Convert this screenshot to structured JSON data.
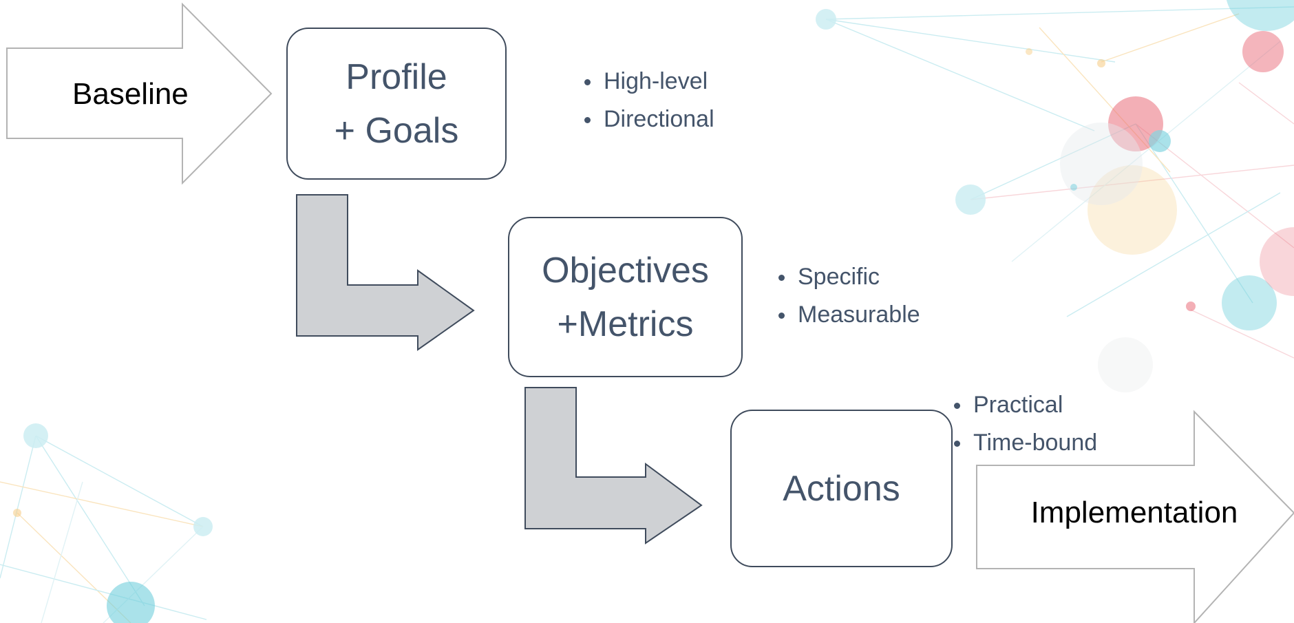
{
  "colors": {
    "box_border": "#3f4b5c",
    "box_text": "#44546a",
    "connector_fill": "#cfd1d4",
    "outline_arrow_stroke": "#b3b3b3",
    "network_teal": "#6fcfdc",
    "network_red": "#e8616f",
    "network_yellow": "#f6cf8a"
  },
  "input_arrow": {
    "label": "Baseline"
  },
  "output_arrow": {
    "label": "Implementation"
  },
  "steps": [
    {
      "lines": [
        "Profile",
        "+ Goals"
      ],
      "bullets": [
        "High-level",
        "Directional"
      ]
    },
    {
      "lines": [
        "Objectives",
        "+Metrics"
      ],
      "bullets": [
        "Specific",
        "Measurable"
      ]
    },
    {
      "lines": [
        "Actions"
      ],
      "bullets": [
        "Practical",
        "Time-bound"
      ]
    }
  ],
  "icons": {
    "connector": "bent-arrow-icon",
    "input": "block-arrow-right-icon",
    "output": "block-arrow-right-icon"
  }
}
